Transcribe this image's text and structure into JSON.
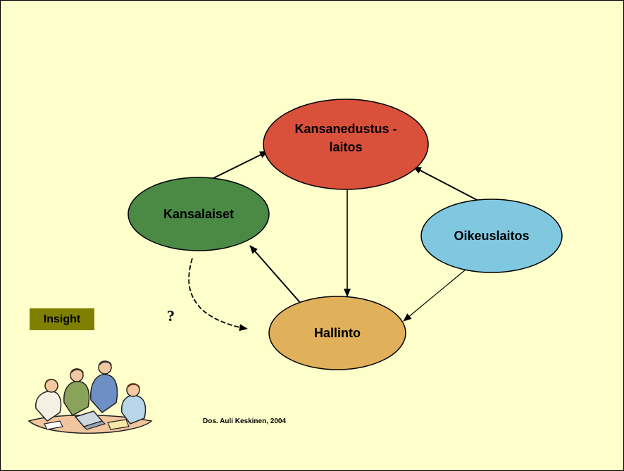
{
  "diagram": {
    "nodes": {
      "kansanedustuslaitos": {
        "label_line1": "Kansanedustus -",
        "label_line2": "laitos",
        "color": "#d9503b"
      },
      "kansalaiset": {
        "label": "Kansalaiset",
        "color": "#4a8a45"
      },
      "oikeuslaitos": {
        "label": "Oikeuslaitos",
        "color": "#7fc8e0"
      },
      "hallinto": {
        "label": "Hallinto",
        "color": "#e0b05a"
      }
    },
    "edges": [
      {
        "from": "kansalaiset",
        "to": "kansanedustuslaitos"
      },
      {
        "from": "kansanedustuslaitos",
        "to": "hallinto"
      },
      {
        "from": "oikeuslaitos",
        "to": "kansanedustuslaitos"
      },
      {
        "from": "oikeuslaitos",
        "to": "hallinto"
      },
      {
        "from": "hallinto",
        "to": "kansalaiset"
      },
      {
        "from": "kansalaiset",
        "to": "hallinto",
        "style": "dashed-curve"
      }
    ],
    "question_mark": "?"
  },
  "insight_label": "Insight",
  "credit": "Dos. Auli Keskinen, 2004",
  "colors": {
    "background": "#ffffcc",
    "insight_box": "#808000"
  },
  "icons": {
    "clipart": "people-meeting-clipart"
  }
}
